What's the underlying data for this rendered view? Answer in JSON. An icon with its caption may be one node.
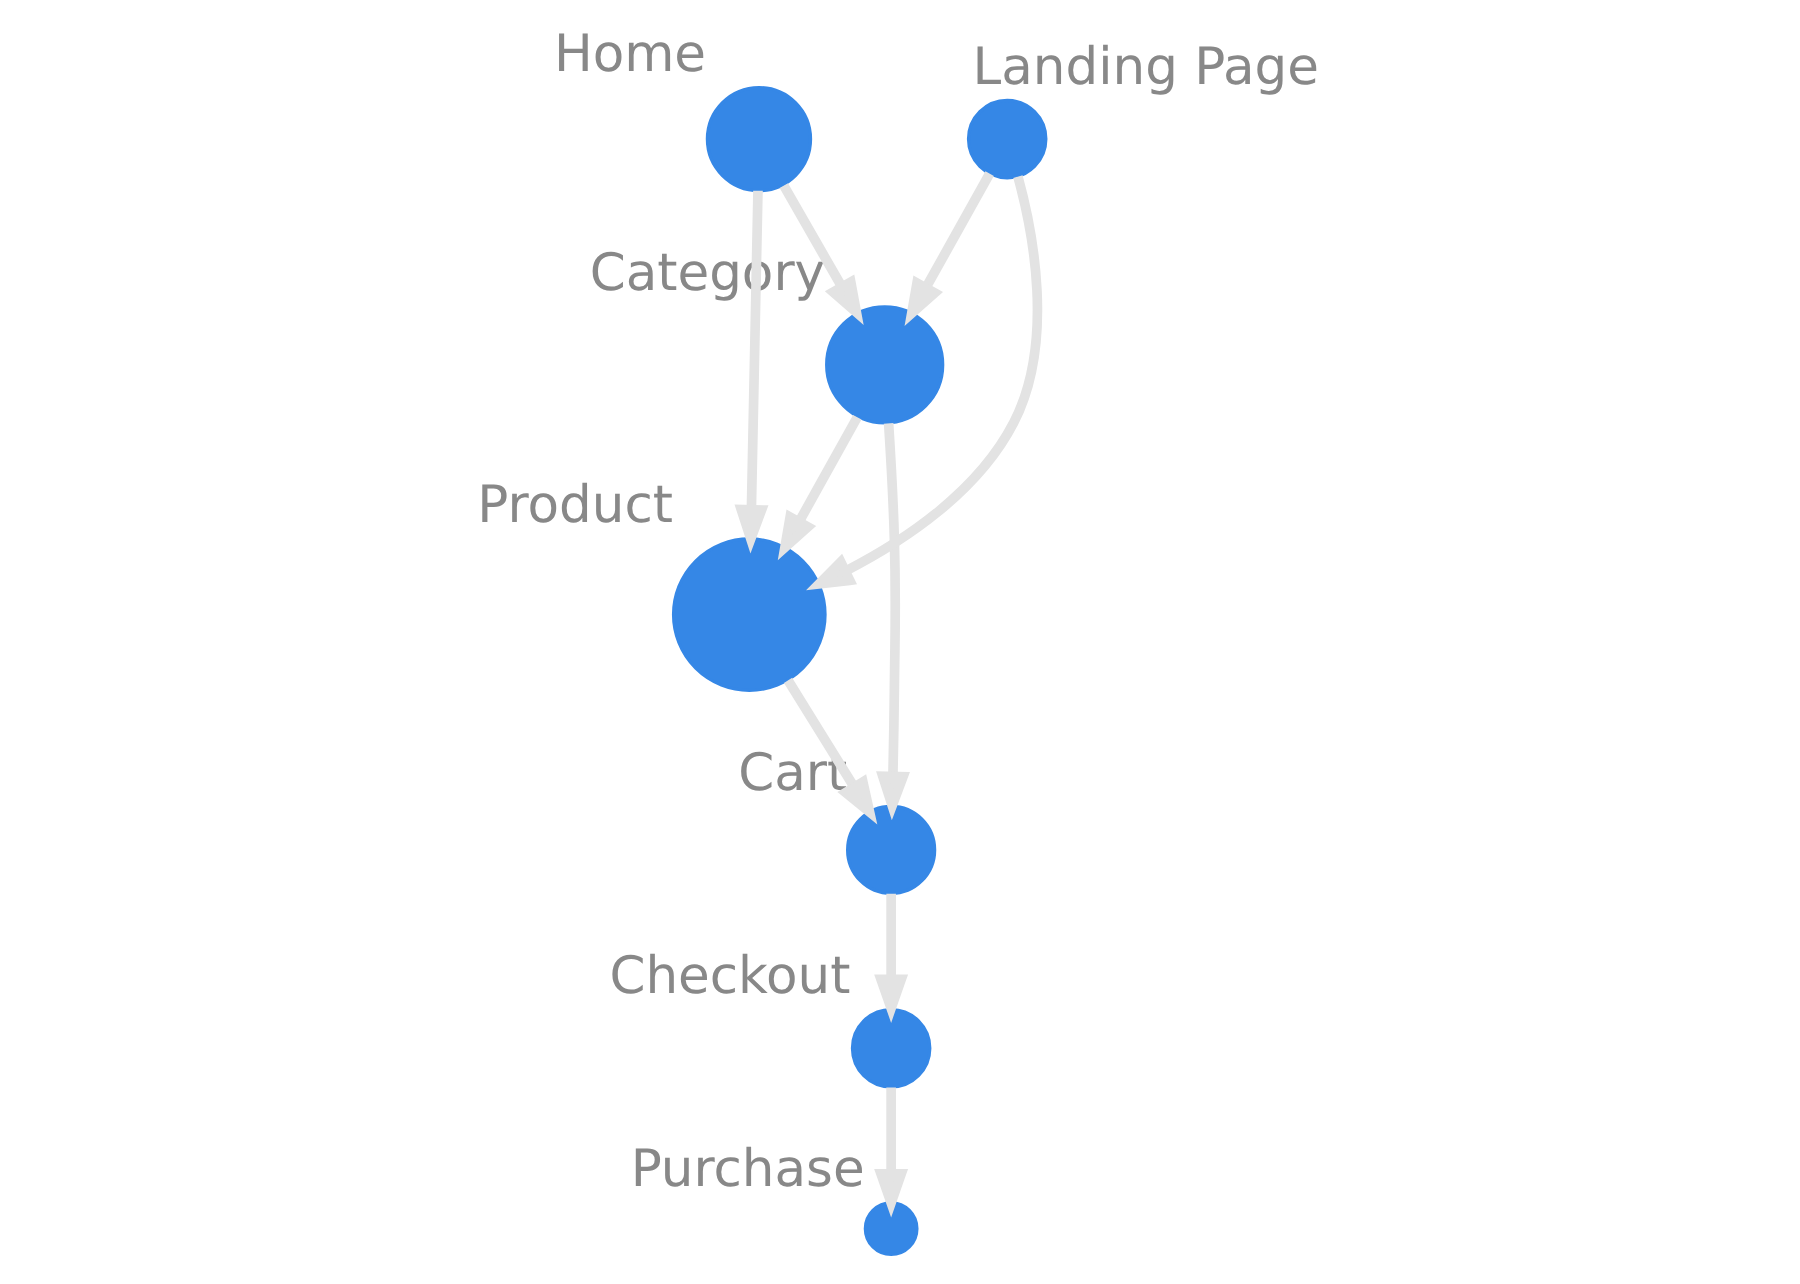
{
  "diagram": {
    "nodes": [
      {
        "text": [
          "Home"
        ]
      },
      {
        "text": [
          "Category"
        ]
      },
      {
        "text": [
          "Product"
        ]
      },
      {
        "text": [
          "Cart"
        ]
      },
      {
        "text": [
          "Landing Page"
        ]
      },
      {
        "text": [
          "Checkout"
        ]
      },
      {
        "text": [
          "Purchase"
        ]
      }
    ],
    "edges": [
      {
        "from": 0,
        "to": 1,
        "arrow": "to"
      },
      {
        "from": 0,
        "to": 2,
        "arrow": "to"
      },
      {
        "from": 1,
        "to": 2,
        "arrow": "to"
      },
      {
        "from": 1,
        "to": 3,
        "arrow": "to"
      },
      {
        "from": 2,
        "to": 3,
        "arrow": "to"
      },
      {
        "from": 4,
        "to": 1,
        "arrow": "to"
      },
      {
        "from": 4,
        "to": 2,
        "arrow": "to"
      },
      {
        "from": 3,
        "to": 5,
        "arrow": "to"
      },
      {
        "from": 5,
        "to": 6,
        "arrow": "to"
      }
    ]
  }
}
